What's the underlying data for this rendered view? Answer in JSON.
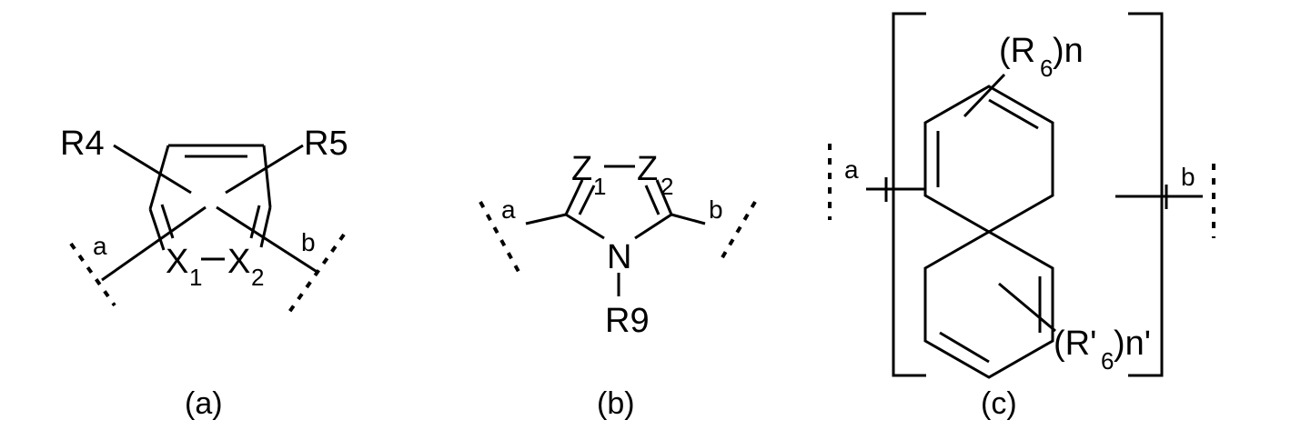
{
  "structure_a": {
    "r4": "R4",
    "r5": "R5",
    "x_main": "X",
    "x1_sub": "1",
    "x2_sub": "2",
    "a": "a",
    "b": "b",
    "caption": "(a)"
  },
  "structure_b": {
    "z_main": "Z",
    "z1_sub": "1",
    "z2_sub": "2",
    "n": "N",
    "r9": "R9",
    "a": "a",
    "b": "b",
    "caption": "(b)"
  },
  "structure_c": {
    "r6_open": "(R",
    "r6_sub": "6",
    "r6_close": ")n",
    "r6p_open": "(R'",
    "r6p_sub": "6",
    "r6p_close": ")n'",
    "a": "a",
    "b": "b",
    "caption": "(c)"
  }
}
